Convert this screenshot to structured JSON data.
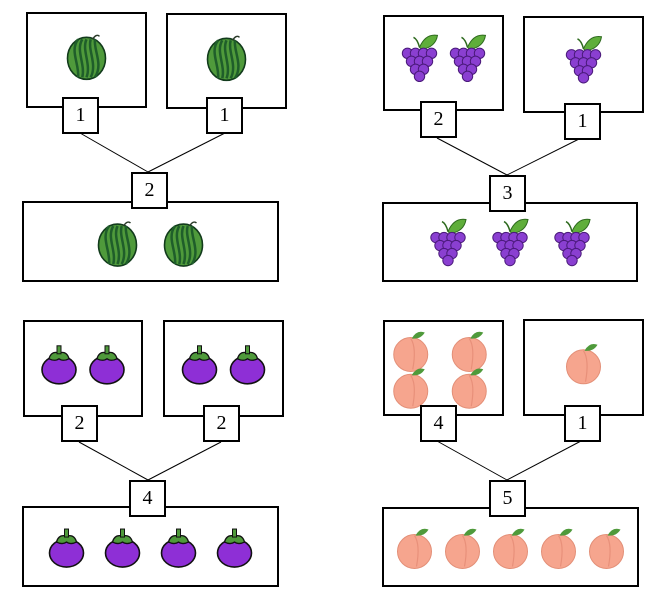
{
  "groups": [
    {
      "fruit": "watermelon",
      "left": {
        "count": 1,
        "label": "1"
      },
      "right": {
        "count": 1,
        "label": "1"
      },
      "total": {
        "count": 2,
        "label": "2"
      }
    },
    {
      "fruit": "grapes",
      "left": {
        "count": 2,
        "label": "2"
      },
      "right": {
        "count": 1,
        "label": "1"
      },
      "total": {
        "count": 3,
        "label": "3"
      }
    },
    {
      "fruit": "mangosteen",
      "left": {
        "count": 2,
        "label": "2"
      },
      "right": {
        "count": 2,
        "label": "2"
      },
      "total": {
        "count": 4,
        "label": "4"
      }
    },
    {
      "fruit": "peach",
      "left": {
        "count": 4,
        "label": "4"
      },
      "right": {
        "count": 1,
        "label": "1"
      },
      "total": {
        "count": 5,
        "label": "5"
      }
    }
  ],
  "colors": {
    "watermelon_rind": "#4f9a3b",
    "watermelon_stripe": "#1f5e2a",
    "grape": "#8a3fd1",
    "grape_leaf": "#5fae3a",
    "mangosteen_body": "#8e2fd6",
    "mangosteen_cap": "#4f9a3b",
    "peach": "#f6a58e",
    "peach_leaf": "#4f9a3b"
  }
}
